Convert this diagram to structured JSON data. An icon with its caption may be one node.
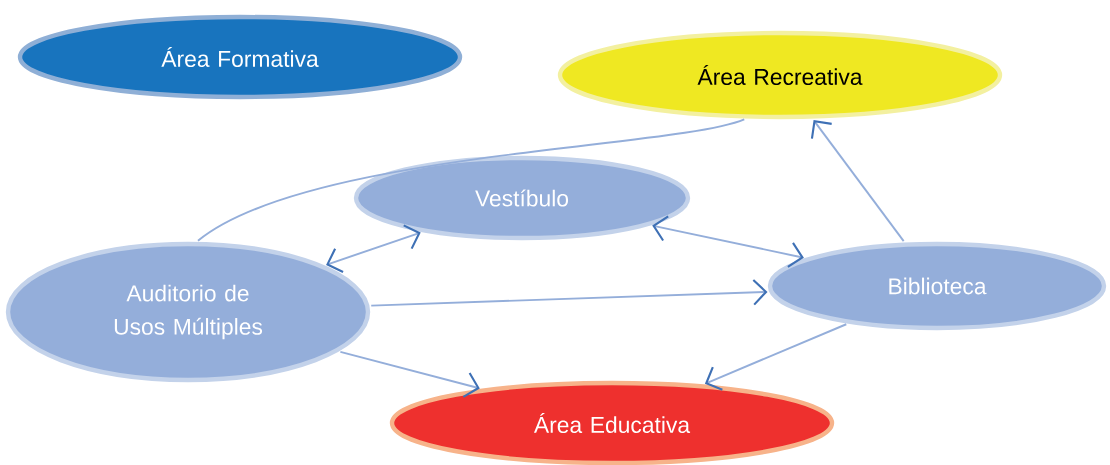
{
  "diagram": {
    "nodes": [
      {
        "text": [
          "Área Formativa"
        ]
      },
      {
        "text": [
          "Área Recreativa"
        ]
      },
      {
        "text": [
          "Vestíbulo"
        ]
      },
      {
        "text": [
          "Auditorio de Usos Múltiples"
        ]
      },
      {
        "text": [
          "Biblioteca"
        ]
      },
      {
        "text": [
          "Área Educativa"
        ]
      }
    ],
    "edges": [
      {
        "from": 3,
        "to": 1,
        "arrow": "none"
      },
      {
        "from": 3,
        "to": 2,
        "arrow": "both"
      },
      {
        "from": 2,
        "to": 4,
        "arrow": "both"
      },
      {
        "from": 3,
        "to": 4,
        "arrow": "to"
      },
      {
        "from": 4,
        "to": 1,
        "arrow": "to"
      },
      {
        "from": 3,
        "to": 5,
        "arrow": "to"
      },
      {
        "from": 4,
        "to": 5,
        "arrow": "to"
      }
    ]
  }
}
